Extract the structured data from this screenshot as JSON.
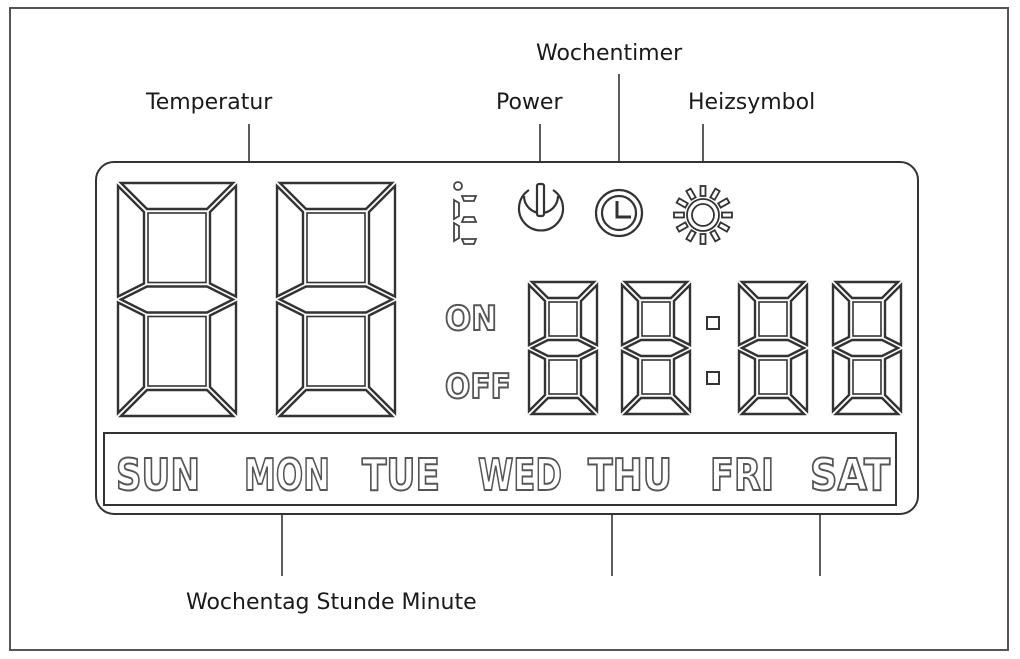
{
  "callouts": {
    "temperature": "Temperatur",
    "power": "Power",
    "weekly_timer": "Wochentimer",
    "heat_symbol": "Heizsymbol",
    "bottom": "Wochentag Stunde Minute"
  },
  "display": {
    "on_label": "ON",
    "off_label": "OFF",
    "days": [
      "SUN",
      "MON",
      "TUE",
      "WED",
      "THU",
      "FRI",
      "SAT"
    ]
  },
  "icons": [
    "temperature-unit-icon",
    "power-icon",
    "clock-icon",
    "sun-icon"
  ]
}
